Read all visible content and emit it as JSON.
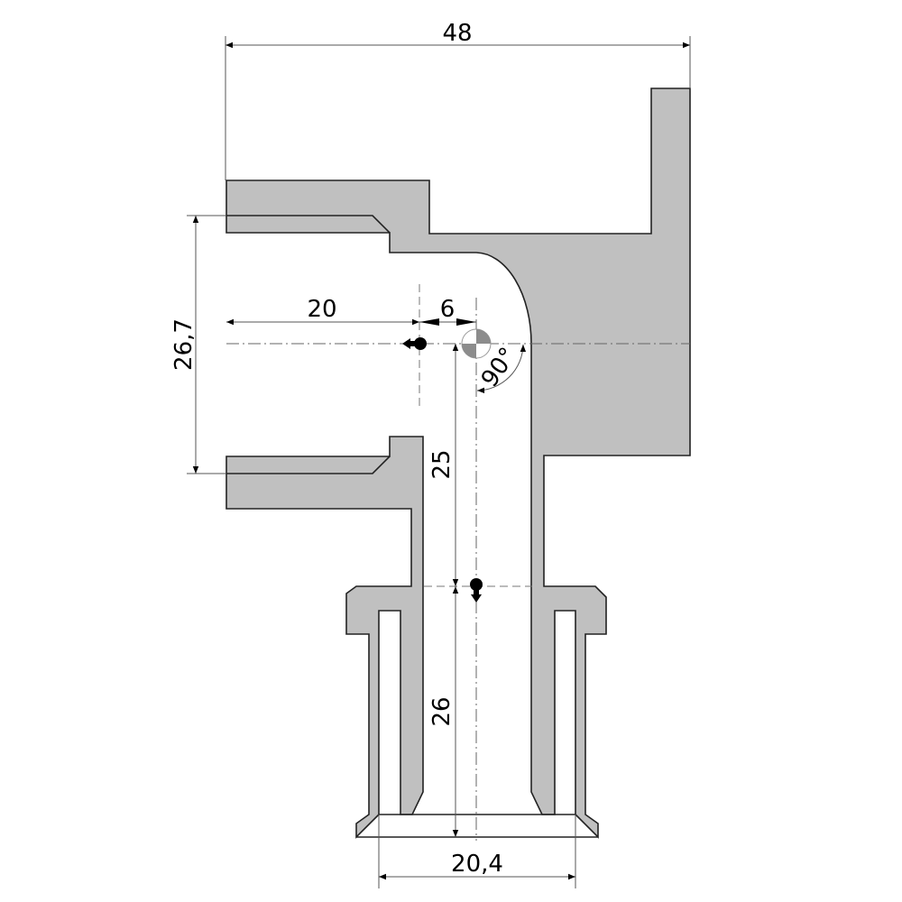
{
  "drawing": {
    "dimensions": {
      "overall_width": "48",
      "thread_diameter": "26,7",
      "horizontal_offset": "20",
      "small_offset": "6",
      "vertical_offset": "25",
      "lower_length": "26",
      "bottom_diameter": "20,4",
      "angle": "90°"
    },
    "colors": {
      "material": "#c0c0c0",
      "outline": "#222222"
    }
  }
}
